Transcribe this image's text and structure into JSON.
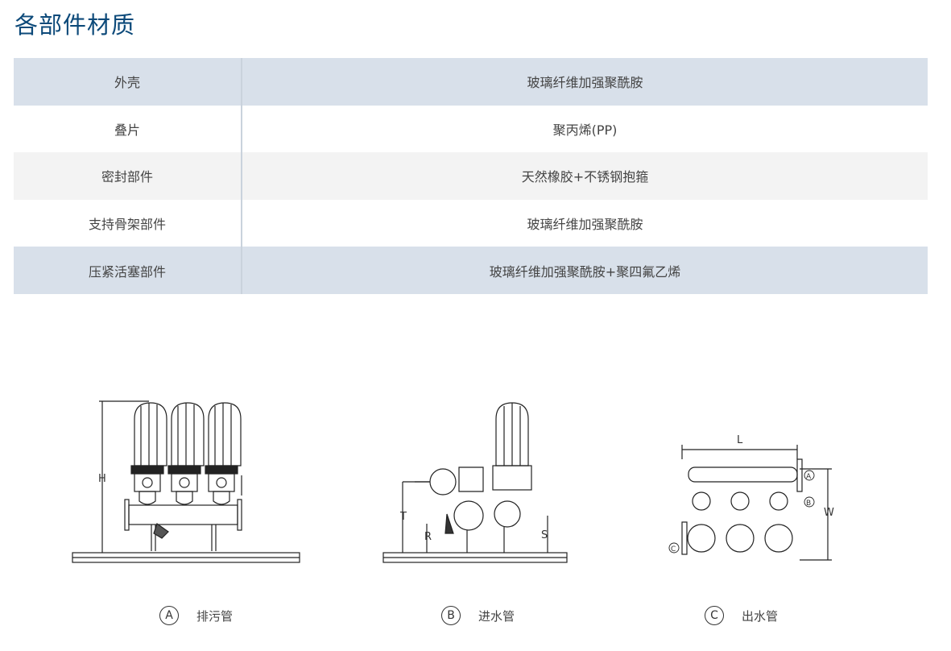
{
  "title": "各部件材质",
  "table": [
    {
      "part": "外壳",
      "material": "玻璃纤维加强聚酰胺"
    },
    {
      "part": "叠片",
      "material": "聚丙烯(PP)"
    },
    {
      "part": "密封部件",
      "material": "天然橡胶+不锈钢抱箍"
    },
    {
      "part": "支持骨架部件",
      "material": "玻璃纤维加强聚酰胺"
    },
    {
      "part": "压紧活塞部件",
      "material": "玻璃纤维加强聚酰胺+聚四氟乙烯"
    }
  ],
  "diagrams": {
    "a": {
      "dim": "H"
    },
    "b": {
      "dim_t": "T",
      "dim_r": "R",
      "dim_s": "S"
    },
    "c": {
      "dim_l": "L",
      "dim_w": "W",
      "mark_a": "A",
      "mark_b": "B",
      "mark_c": "C"
    }
  },
  "legend": [
    {
      "letter": "A",
      "label": "排污管"
    },
    {
      "letter": "B",
      "label": "进水管"
    },
    {
      "letter": "C",
      "label": "出水管"
    }
  ]
}
